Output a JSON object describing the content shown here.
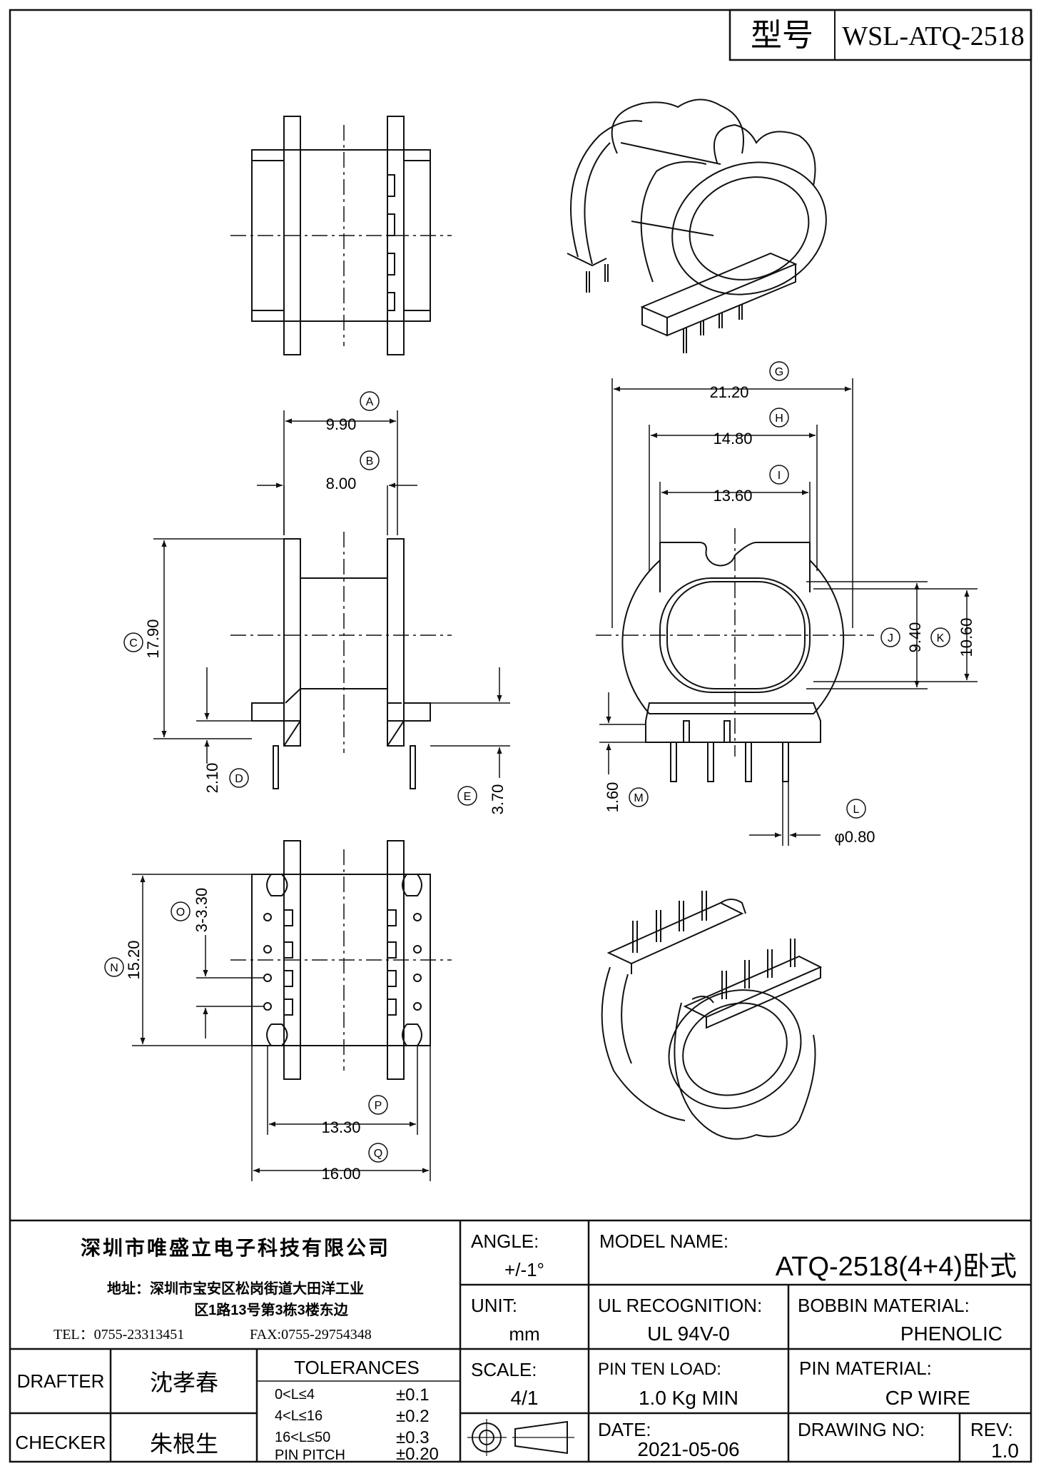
{
  "title_block": {
    "model_label": "型号",
    "model_code": "WSL-ATQ-2518"
  },
  "dimensions": {
    "A": {
      "letter": "A",
      "value": "9.90"
    },
    "B": {
      "letter": "B",
      "value": "8.00"
    },
    "C": {
      "letter": "C",
      "value": "17.90"
    },
    "D": {
      "letter": "D",
      "value": "2.10"
    },
    "E": {
      "letter": "E",
      "value": "3.70"
    },
    "G": {
      "letter": "G",
      "value": "21.20"
    },
    "H": {
      "letter": "H",
      "value": "14.80"
    },
    "I": {
      "letter": "I",
      "value": "13.60"
    },
    "J": {
      "letter": "J",
      "value": "9.40"
    },
    "K": {
      "letter": "K",
      "value": "10.60"
    },
    "L": {
      "letter": "L",
      "value": "φ0.80"
    },
    "M": {
      "letter": "M",
      "value": "1.60"
    },
    "N": {
      "letter": "N",
      "value": "15.20"
    },
    "O": {
      "letter": "O",
      "value": "3-3.30"
    },
    "P": {
      "letter": "P",
      "value": "13.30"
    },
    "Q": {
      "letter": "Q",
      "value": "16.00"
    }
  },
  "company": {
    "name": "深圳市唯盛立电子科技有限公司",
    "address_line1": "地址：深圳市宝安区松岗街道大田洋工业",
    "address_line2": "区1路13号第3栋3楼东边",
    "tel": "TEL：0755-23313451",
    "fax": "FAX:0755-29754348"
  },
  "fields": {
    "angle_label": "ANGLE:",
    "angle_value": "+/-1°",
    "model_name_label": "MODEL NAME:",
    "model_name_value": "ATQ-2518(4+4)卧式",
    "unit_label": "UNIT:",
    "unit_value": "mm",
    "ul_label": "UL RECOGNITION:",
    "ul_value": "UL 94V-0",
    "bobbin_label": "BOBBIN MATERIAL:",
    "bobbin_value": "PHENOLIC",
    "drafter_label": "DRAFTER",
    "drafter_value": "沈孝春",
    "tolerances_label": "TOLERANCES",
    "scale_label": "SCALE:",
    "scale_value": "4/1",
    "pin_load_label": "PIN TEN LOAD:",
    "pin_load_value": "1.0 Kg MIN",
    "pin_material_label": "PIN MATERIAL:",
    "pin_material_value": "CP WIRE",
    "checker_label": "CHECKER",
    "checker_value": "朱根生",
    "date_label": "DATE:",
    "date_value": "2021-05-06",
    "drawing_no_label": "DRAWING NO:",
    "rev_label": "REV:",
    "rev_value": "1.0"
  },
  "tolerances": [
    {
      "range": "0<L≤4",
      "value": "±0.1"
    },
    {
      "range": "4<L≤16",
      "value": "±0.2"
    },
    {
      "range": "16<L≤50",
      "value": "±0.3"
    },
    {
      "range": "PIN PITCH",
      "value": "±0.20"
    }
  ]
}
